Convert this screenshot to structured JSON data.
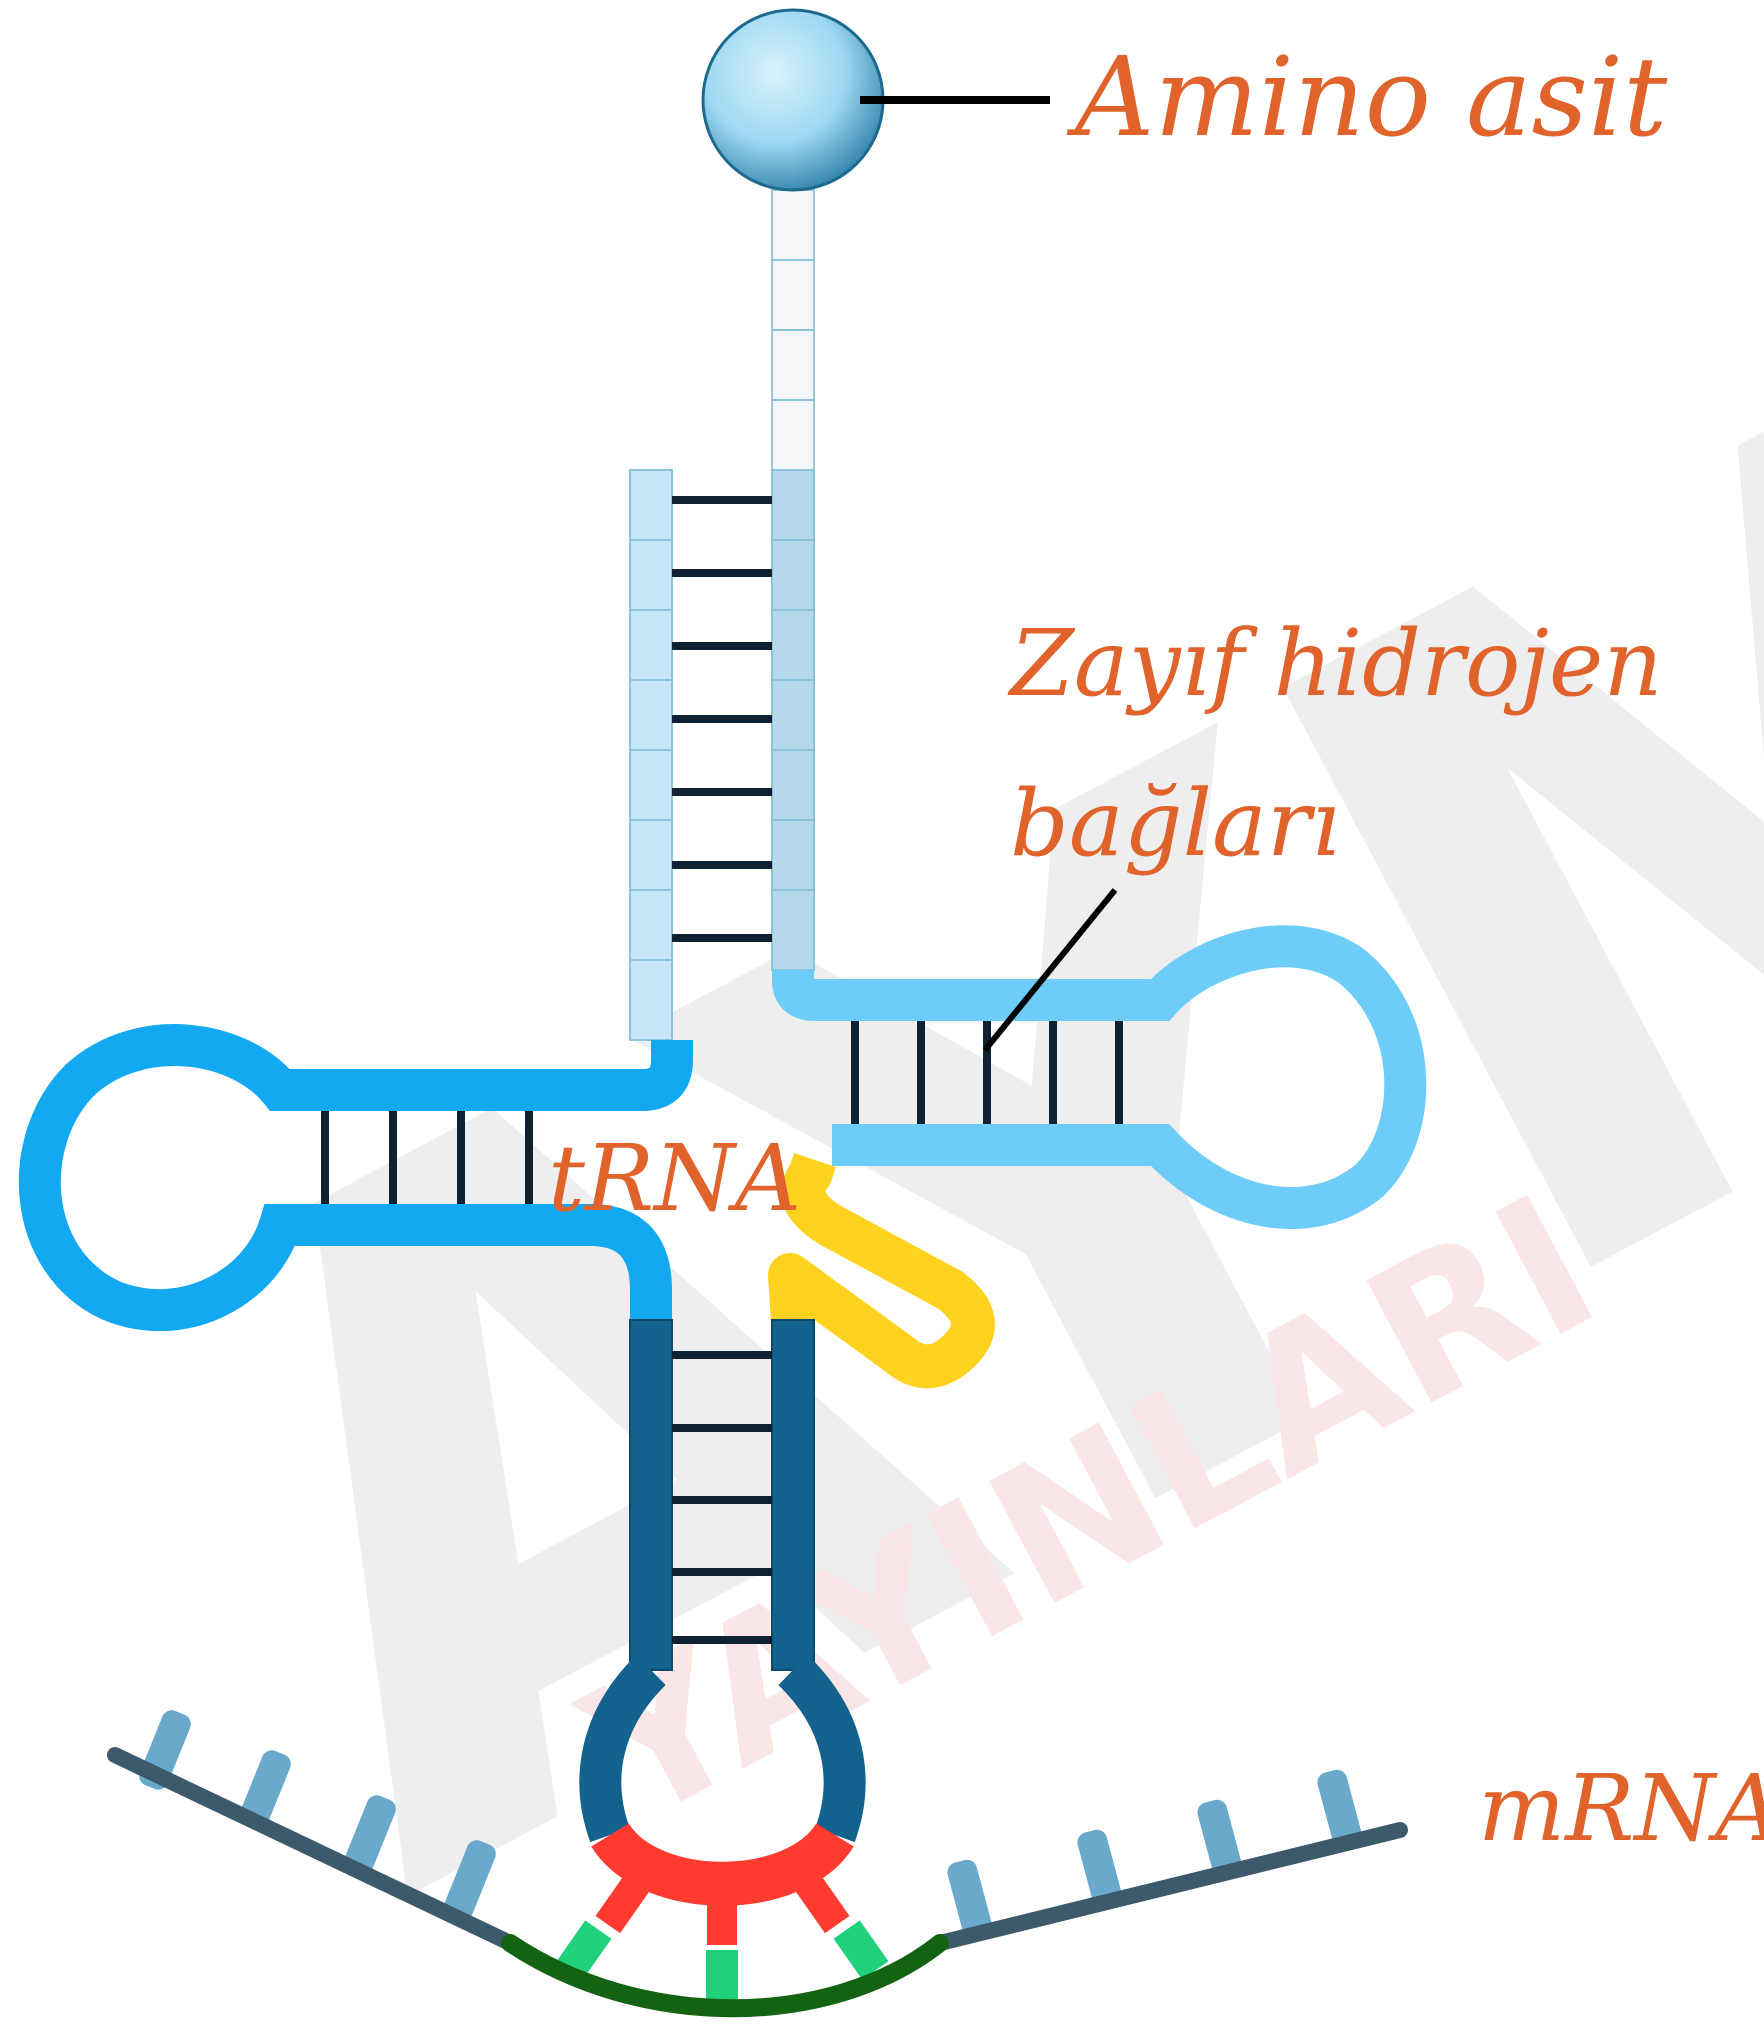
{
  "labels": {
    "amino_acid": "Amino asit",
    "weak_h_bonds_line1": "Zayıf hidrojen",
    "weak_h_bonds_line2": "bağları",
    "trna": "tRNA",
    "mrna": "mRNA"
  },
  "watermark": {
    "line1": "AYM",
    "line2": "YAYINLARI"
  },
  "colors": {
    "label": "#e0632b",
    "acceptor_light": "#bfe6f7",
    "acceptor_stem": "#c7e7f8",
    "d_arm": "#13a9f0",
    "t_arm": "#6ecdf8",
    "anticodon_arm": "#14628e",
    "variable_loop": "#ffd21f",
    "anticodon": "#ff3b30",
    "codon_match": "#21d07a",
    "mrna_backbone": "#3d5a6c",
    "codon_backbone": "#136312",
    "mrna_base": "#6aa9cc",
    "bond": "#0f2233",
    "amino_acid": "#7ec8ea"
  }
}
